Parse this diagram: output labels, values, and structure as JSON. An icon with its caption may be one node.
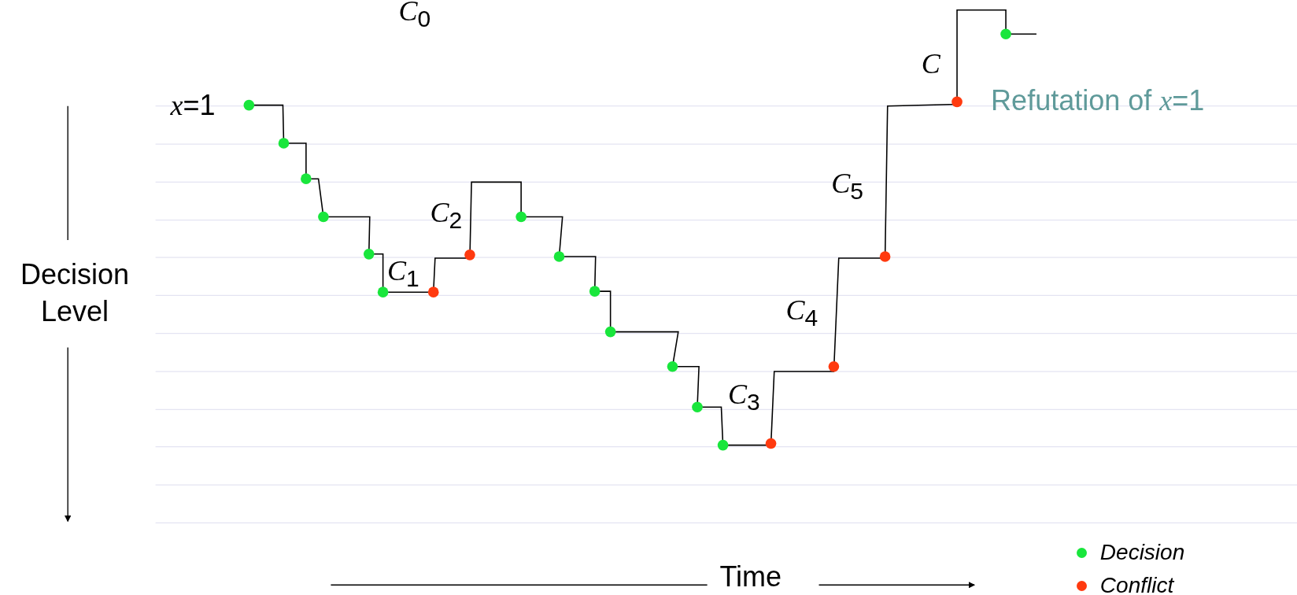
{
  "diagram": {
    "labels": [
      "*C*$_{0}$",
      "*C*",
      "*x*=1",
      "Refutation of *x*=1",
      "*C*$_{5}$",
      "*C*$_{2}$",
      "Decision Level",
      "*C*$_{1}$",
      "*C*$_{4}$",
      "*C*$_{3}$",
      "Time"
    ],
    "legend": [
      {
        "text": "Decision",
        "color": "#19e63c"
      },
      {
        "text": "Conflict",
        "color": "#ff3a0f"
      }
    ]
  }
}
